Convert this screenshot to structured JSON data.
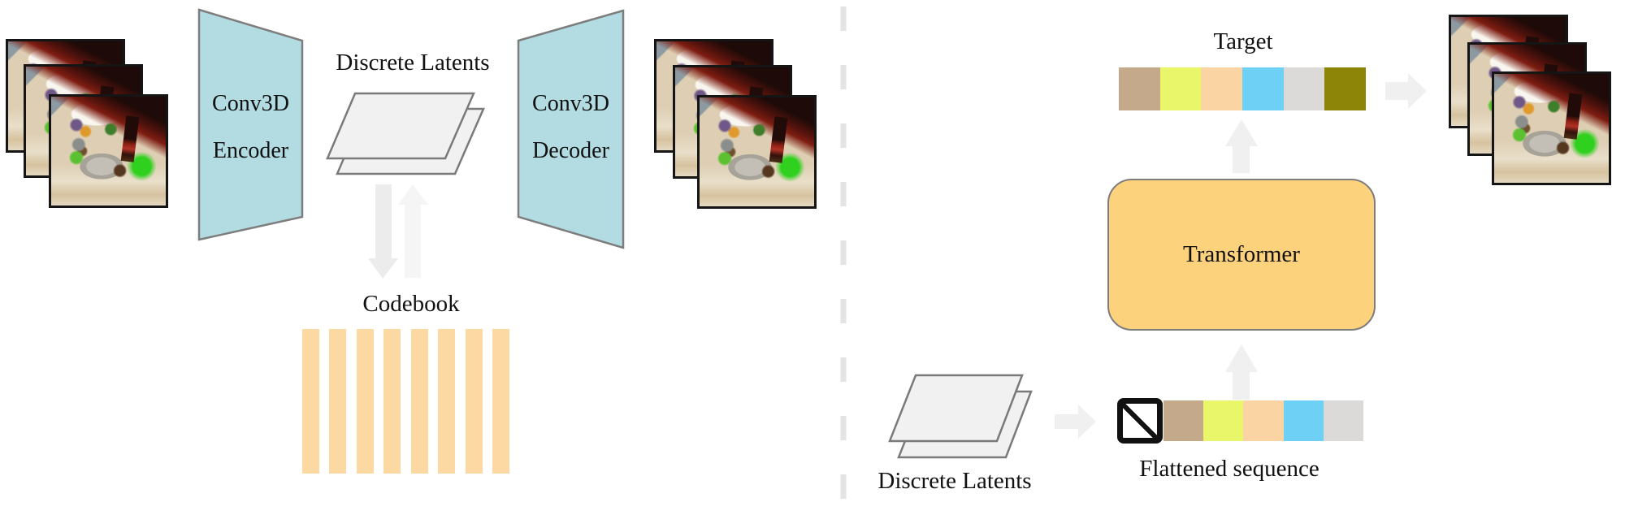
{
  "figure": {
    "left_panel": {
      "encoder": {
        "line1": "Conv3D",
        "line2": "Encoder",
        "fill": "#b2dce2"
      },
      "decoder": {
        "line1": "Conv3D",
        "line2": "Decoder",
        "fill": "#b2dce2"
      },
      "discrete_latents_label": "Discrete Latents",
      "codebook": {
        "label": "Codebook",
        "bar_count": 8,
        "bar_color": "#fcd8a3"
      },
      "input_frame_count": 3,
      "output_frame_count": 3
    },
    "right_panel": {
      "discrete_latents_label": "Discrete Latents",
      "flattened_label": "Flattened sequence",
      "transformer_label": "Transformer",
      "transformer_fill": "#fdd27d",
      "target_label": "Target",
      "output_frame_count": 3,
      "mask_token_icon": "masked-start-token-icon",
      "flattened_tokens": [
        {
          "name": "token-tan",
          "color": "#c5a98b"
        },
        {
          "name": "token-yellow",
          "color": "#eaf669"
        },
        {
          "name": "token-peach",
          "color": "#fbd4a4"
        },
        {
          "name": "token-blue",
          "color": "#6fd0f6"
        },
        {
          "name": "token-gray",
          "color": "#dbdad8"
        }
      ],
      "target_tokens": [
        {
          "name": "token-tan",
          "color": "#c5a98b"
        },
        {
          "name": "token-yellow",
          "color": "#eaf669"
        },
        {
          "name": "token-peach",
          "color": "#fbd4a4"
        },
        {
          "name": "token-blue",
          "color": "#6fd0f6"
        },
        {
          "name": "token-gray",
          "color": "#dbdad8"
        },
        {
          "name": "token-olive",
          "color": "#8c8508"
        }
      ]
    },
    "arrow_color": "#f0f0f0",
    "plane_fill": "#f1f1f1",
    "plane_stroke": "#7a7a7a",
    "divider_color": "#e3e3e3"
  }
}
